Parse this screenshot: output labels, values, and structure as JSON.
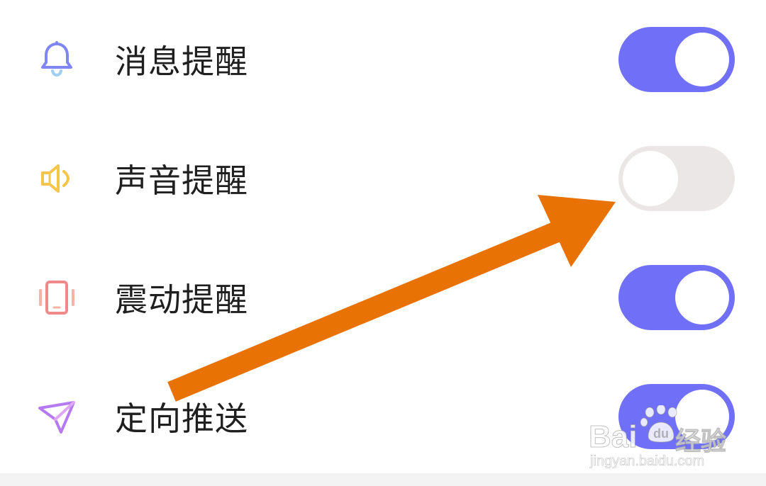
{
  "settings": {
    "items": [
      {
        "label": "消息提醒",
        "icon": "bell-icon",
        "icon_color": "#7f86f3",
        "enabled": true
      },
      {
        "label": "声音提醒",
        "icon": "speaker-icon",
        "icon_color": "#f6c54a",
        "enabled": false
      },
      {
        "label": "震动提醒",
        "icon": "vibrate-phone-icon",
        "icon_color": "#f08a8a",
        "enabled": true
      },
      {
        "label": "定向推送",
        "icon": "paper-plane-icon",
        "icon_color": "#b57af2",
        "enabled": true
      }
    ]
  },
  "colors": {
    "toggle_on": "#6f70f7",
    "toggle_off": "#ebe7e7",
    "arrow": "#e87204"
  },
  "watermark": {
    "brand": "Bai",
    "brand_suffix": "经验",
    "paw_text": "du",
    "url": "jingyan.baidu.com"
  }
}
